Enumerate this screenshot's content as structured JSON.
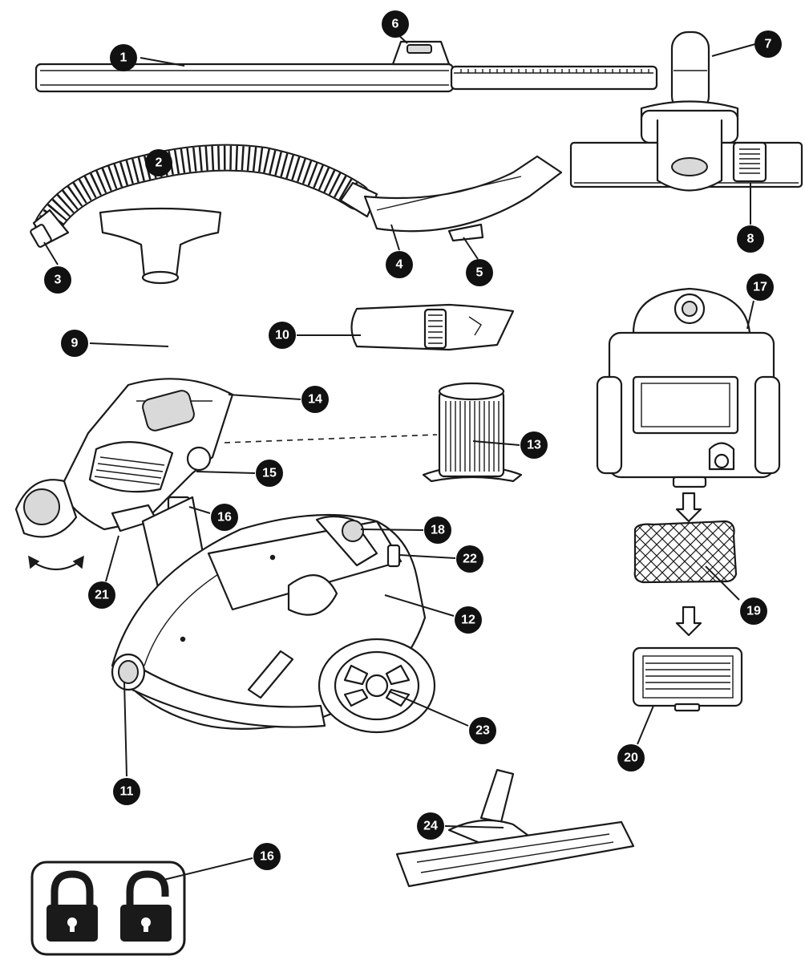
{
  "callouts": [
    {
      "id": "c1",
      "label": "1"
    },
    {
      "id": "c2",
      "label": "2"
    },
    {
      "id": "c3",
      "label": "3"
    },
    {
      "id": "c4",
      "label": "4"
    },
    {
      "id": "c5",
      "label": "5"
    },
    {
      "id": "c6",
      "label": "6"
    },
    {
      "id": "c7",
      "label": "7"
    },
    {
      "id": "c8",
      "label": "8"
    },
    {
      "id": "c9",
      "label": "9"
    },
    {
      "id": "c10",
      "label": "10"
    },
    {
      "id": "c11",
      "label": "11"
    },
    {
      "id": "c12",
      "label": "12"
    },
    {
      "id": "c13",
      "label": "13"
    },
    {
      "id": "c14",
      "label": "14"
    },
    {
      "id": "c15",
      "label": "15"
    },
    {
      "id": "c16a",
      "label": "16"
    },
    {
      "id": "c16b",
      "label": "16"
    },
    {
      "id": "c17",
      "label": "17"
    },
    {
      "id": "c18",
      "label": "18"
    },
    {
      "id": "c19",
      "label": "19"
    },
    {
      "id": "c20",
      "label": "20"
    },
    {
      "id": "c21",
      "label": "21"
    },
    {
      "id": "c22",
      "label": "22"
    },
    {
      "id": "c23",
      "label": "23"
    },
    {
      "id": "c24",
      "label": "24"
    }
  ],
  "icons": {
    "lock_closed": "padlock-closed-icon",
    "lock_open": "padlock-open-icon",
    "rotate": "rotate-arrow-icon",
    "down_arrow": "arrow-down-icon"
  },
  "colors": {
    "line": "#1a1a1a",
    "badge": "#111111",
    "badge_text": "#ffffff",
    "fill": "#ffffff"
  }
}
